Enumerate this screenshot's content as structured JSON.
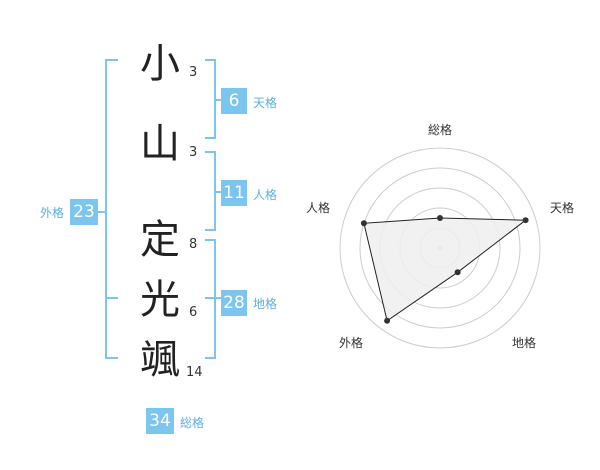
{
  "name": {
    "characters": [
      {
        "char": "小",
        "strokes": "3"
      },
      {
        "char": "山",
        "strokes": "3"
      },
      {
        "char": "定",
        "strokes": "8"
      },
      {
        "char": "光",
        "strokes": "6"
      },
      {
        "char": "颯",
        "strokes": "14"
      }
    ]
  },
  "fortunes": {
    "tenkaku": {
      "value": "6",
      "label": "天格"
    },
    "jinkaku": {
      "value": "11",
      "label": "人格"
    },
    "chikaku": {
      "value": "28",
      "label": "地格"
    },
    "gaikaku": {
      "value": "23",
      "label": "外格"
    },
    "soukaku": {
      "value": "34",
      "label": "総格"
    }
  },
  "colors": {
    "bracket": "#7cc5ef",
    "badge": "#7cc5ef",
    "label": "#5aafdf",
    "radar_fill": "#eeeeee",
    "radar_grid": "#cccccc"
  },
  "chart_data": {
    "type": "radar",
    "axes": [
      "総格",
      "天格",
      "地格",
      "外格",
      "人格"
    ],
    "values": [
      1.5,
      4.5,
      1.5,
      4.5,
      4
    ],
    "range": [
      0,
      5
    ],
    "rings": 5
  }
}
